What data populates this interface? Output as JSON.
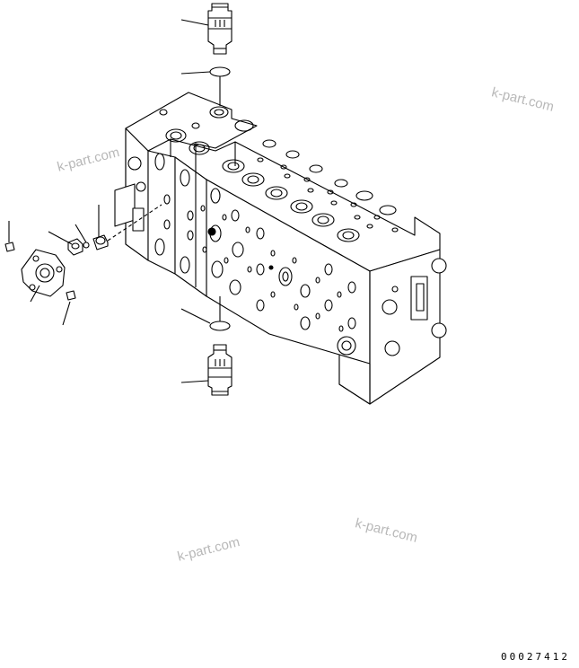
{
  "watermark": {
    "text_1": "k-part.com",
    "text_2": "k-part.com",
    "text_3": "k-part.com",
    "text_4": "k-part.com"
  },
  "drawing_number": "00027412",
  "colors": {
    "line": "#000000",
    "background": "#ffffff",
    "watermark": "#b8b8b8"
  }
}
